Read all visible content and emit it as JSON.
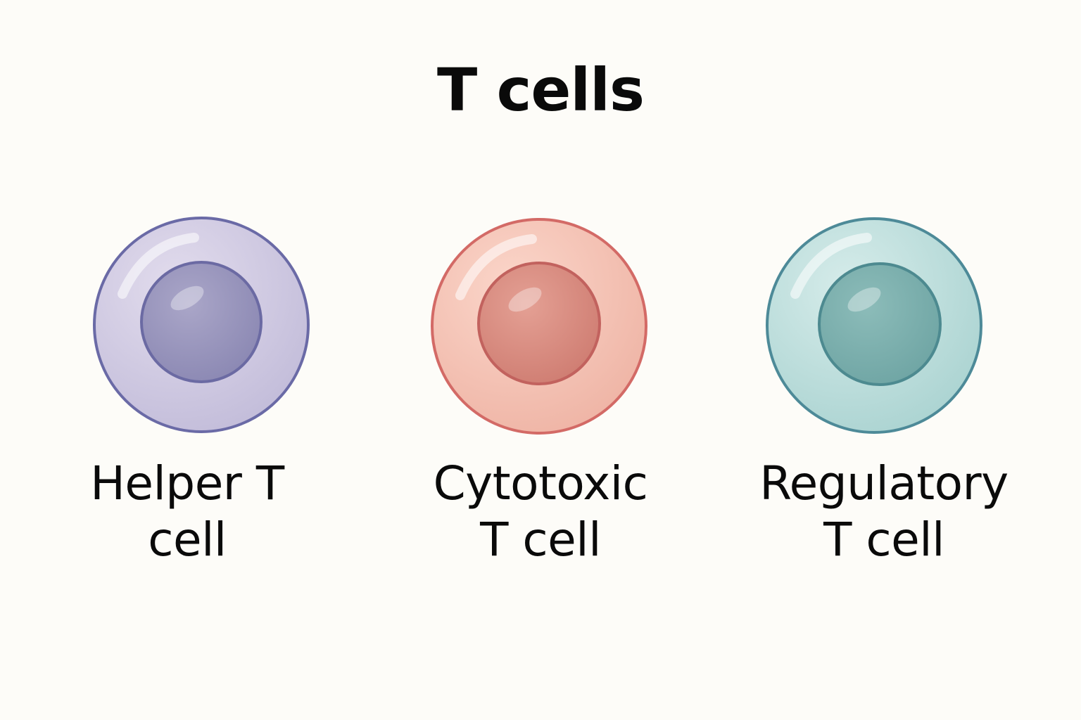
{
  "title": "T cells",
  "cells": [
    {
      "label_line1": "Helper T",
      "label_line2": "cell",
      "icon": "helper-t-cell-icon",
      "colors": {
        "outer_fill_light": "#e2dced",
        "outer_fill_dark": "#c3bdda",
        "outer_stroke": "#6a6aa6",
        "nucleus_light": "#aaa6c8",
        "nucleus_dark": "#8b88b3",
        "nucleus_stroke": "#6b6aa3"
      }
    },
    {
      "label_line1": "Cytotoxic",
      "label_line2": "T cell",
      "icon": "cytotoxic-t-cell-icon",
      "colors": {
        "outer_fill_light": "#fbd6ca",
        "outer_fill_dark": "#efb5a6",
        "outer_stroke": "#d36a66",
        "nucleus_light": "#e4a094",
        "nucleus_dark": "#cf7d72",
        "nucleus_stroke": "#c2625e"
      }
    },
    {
      "label_line1": "Regulatory",
      "label_line2": "T cell",
      "icon": "regulatory-t-cell-icon",
      "colors": {
        "outer_fill_light": "#d6ecea",
        "outer_fill_dark": "#acd4d2",
        "outer_stroke": "#4d8a98",
        "nucleus_light": "#8cbcb9",
        "nucleus_dark": "#6fa5a4",
        "nucleus_stroke": "#4d8a90"
      }
    }
  ]
}
